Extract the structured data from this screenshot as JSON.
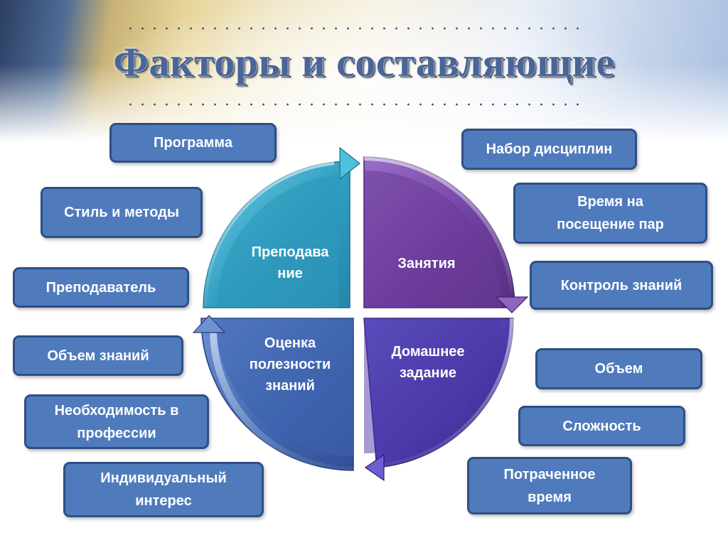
{
  "title": "Факторы и составляющие",
  "center_quadrants": {
    "top_left": "Преподава\nние",
    "top_right": "Занятия",
    "bottom_left": "Оценка\nполезности\nзнаний",
    "bottom_right": "Домашнее\nзадание"
  },
  "left_factors": [
    "Программа",
    "Стиль и методы",
    "Преподаватель",
    "Объем знаний",
    "Необходимость в\nпрофессии",
    "Индивидуальный\nинтерес"
  ],
  "right_factors": [
    "Набор дисциплин",
    "Время на\nпосещение пар",
    "Контроль знаний",
    "Объем",
    "Сложность",
    "Потраченное\nвремя"
  ],
  "colors": {
    "box_fill": "#4f7bbd",
    "box_border": "#2f4f82",
    "teaching": "#36a6c4",
    "lessons": "#7a4aa8",
    "evaluation": "#4a73bb",
    "homework": "#5a4bb0",
    "title": "#4a6597"
  }
}
